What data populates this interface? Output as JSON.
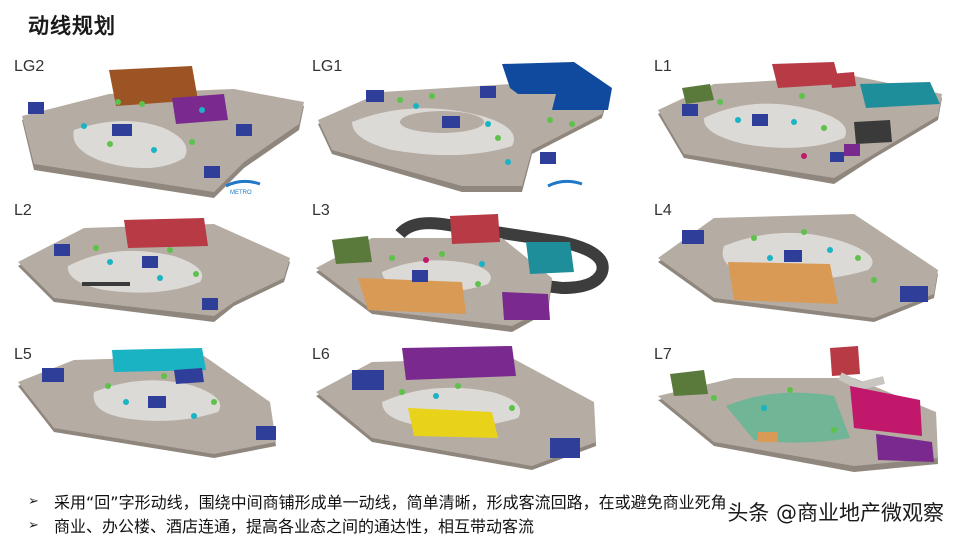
{
  "page": {
    "title": "动线规划",
    "floors": [
      {
        "label": "LG2"
      },
      {
        "label": "LG1"
      },
      {
        "label": "L1"
      },
      {
        "label": "L2"
      },
      {
        "label": "L3"
      },
      {
        "label": "L4"
      },
      {
        "label": "L5"
      },
      {
        "label": "L6"
      },
      {
        "label": "L7"
      }
    ],
    "bullets": [
      "采用“回”字形动线，围绕中间商铺形成单一动线，简单清晰，形成客流回路，在或避免商业死角",
      "商业、办公楼、酒店连通，提高各业态之间的通达性，相互带动客流"
    ],
    "watermark": "头条 @商业地产微观察",
    "metro_label": "METRO"
  },
  "colors": {
    "floor_gray": "#b5aca3",
    "floor_shadow": "#8f867d",
    "corridor": "#dcdad6",
    "restroom_blue": "#2f3f99",
    "marker_green": "#5cc24a",
    "marker_cyan": "#19b3c4",
    "anchor_brown": "#9c5424",
    "anchor_purple": "#7a2a8f",
    "anchor_navy": "#0f4a9e",
    "anchor_red": "#b73a45",
    "anchor_teal": "#1e8f9a",
    "anchor_orange": "#d99a55",
    "anchor_magenta": "#c2186c",
    "anchor_olive": "#5a7a3c",
    "anchor_yellow": "#e8d21a",
    "anchor_mint": "#6fb596"
  }
}
